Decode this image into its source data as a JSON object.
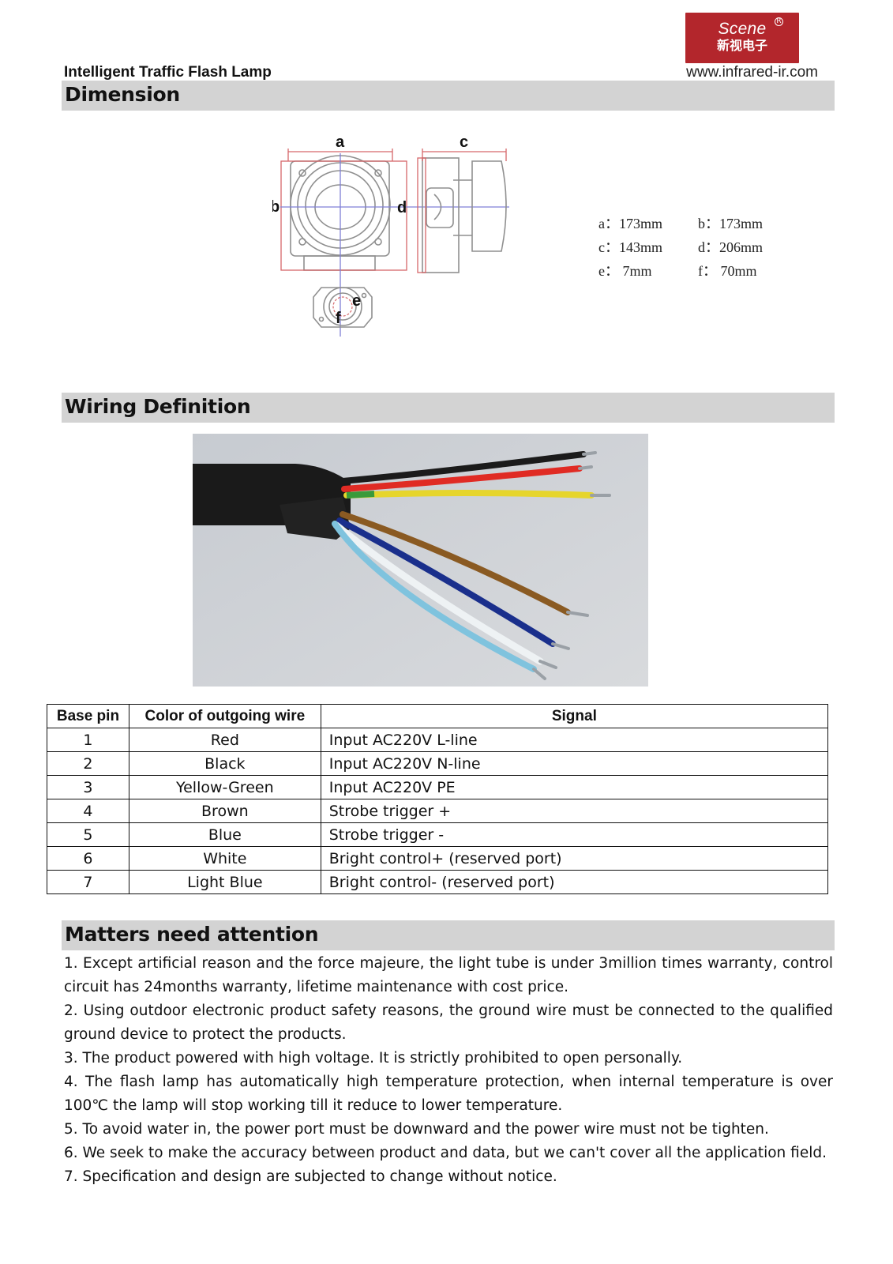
{
  "header": {
    "doc_title": "Intelligent Traffic Flash Lamp",
    "website": "www.infrared-ir.com",
    "logo_brand": "Scene",
    "logo_reg": "R",
    "logo_cn": "新视电子"
  },
  "sections": {
    "dimension": "Dimension",
    "wiring": "Wiring Definition",
    "attention": "Matters need attention"
  },
  "drawing_labels": {
    "a": "a",
    "b": "b",
    "c": "c",
    "d": "d",
    "e": "e",
    "f": "f"
  },
  "dimensions": [
    [
      "a：173mm",
      "b：173mm"
    ],
    [
      "c：143mm",
      "d：206mm"
    ],
    [
      "e： 7mm",
      "f： 70mm"
    ]
  ],
  "wire_colors": {
    "black": "#1b1b1b",
    "red": "#e02b24",
    "yellow": "#e6d52c",
    "brown": "#8a5a22",
    "blue": "#1a2f8c",
    "white": "#eef2f4",
    "light_blue": "#7fc3de"
  },
  "table": {
    "headers": [
      "Base pin",
      "Color of outgoing wire",
      "Signal"
    ],
    "rows": [
      [
        "1",
        "Red",
        "Input AC220V L-line"
      ],
      [
        "2",
        "Black",
        "Input AC220V N-line"
      ],
      [
        "3",
        "Yellow-Green",
        "Input AC220V PE"
      ],
      [
        "4",
        "Brown",
        "Strobe trigger +"
      ],
      [
        "5",
        "Blue",
        "Strobe trigger -"
      ],
      [
        "6",
        "White",
        "Bright control+ (reserved port)"
      ],
      [
        "7",
        "Light Blue",
        "Bright control- (reserved port)"
      ]
    ]
  },
  "notes": [
    "1. Except artificial reason and the force majeure, the light tube is under 3million times warranty, control circuit has 24months warranty, lifetime maintenance with cost price.",
    "2. Using outdoor electronic product safety reasons, the ground wire must be connected to the qualified ground device to protect the products.",
    "3. The product powered with high voltage. It is strictly prohibited to open personally.",
    "4. The flash lamp has automatically high temperature protection, when internal temperature is over 100℃ the lamp will stop working till it reduce to lower temperature.",
    "5. To avoid water in, the power port must be downward and the power wire must not be tighten.",
    "6. We seek to make the accuracy between product and data, but we can't cover all the application field.",
    "7. Specification and design are subjected to change without notice."
  ]
}
